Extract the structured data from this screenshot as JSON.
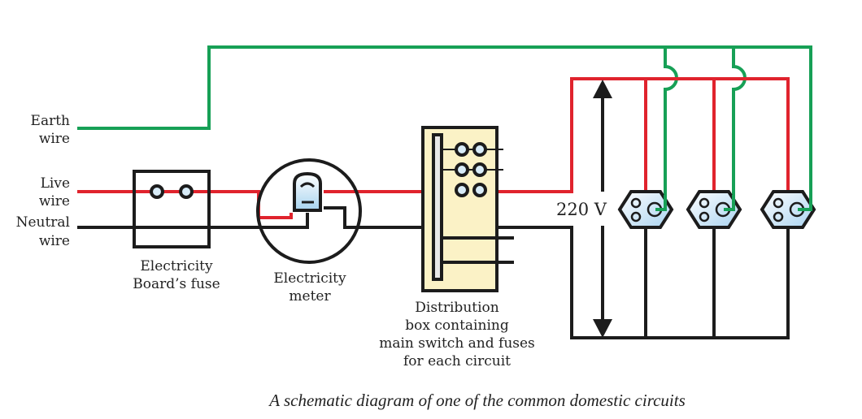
{
  "colors": {
    "earth": "#17a056",
    "live": "#e0232d",
    "neutral": "#1c1c1c",
    "distribution_box_fill": "#fbf2c6",
    "socket_fill": "#cfe7f7",
    "fuse_terminal_fill": "#d8ecf8"
  },
  "labels": {
    "earth_wire": [
      "Earth",
      "wire"
    ],
    "live_wire": [
      "Live",
      "wire"
    ],
    "neutral_wire": [
      "Neutral",
      "wire"
    ],
    "board_fuse": [
      "Electricity",
      "Board’s fuse"
    ],
    "meter": [
      "Electricity",
      "meter"
    ],
    "distribution_box": [
      "Distribution",
      "box containing",
      "main switch and fuses",
      "for each circuit"
    ],
    "voltage": "220 V"
  },
  "components": {
    "board_fuse_terminals": 2,
    "distribution_fuse_rows": 3,
    "sockets": 3
  },
  "caption": "A schematic diagram of one of the common domestic circuits"
}
